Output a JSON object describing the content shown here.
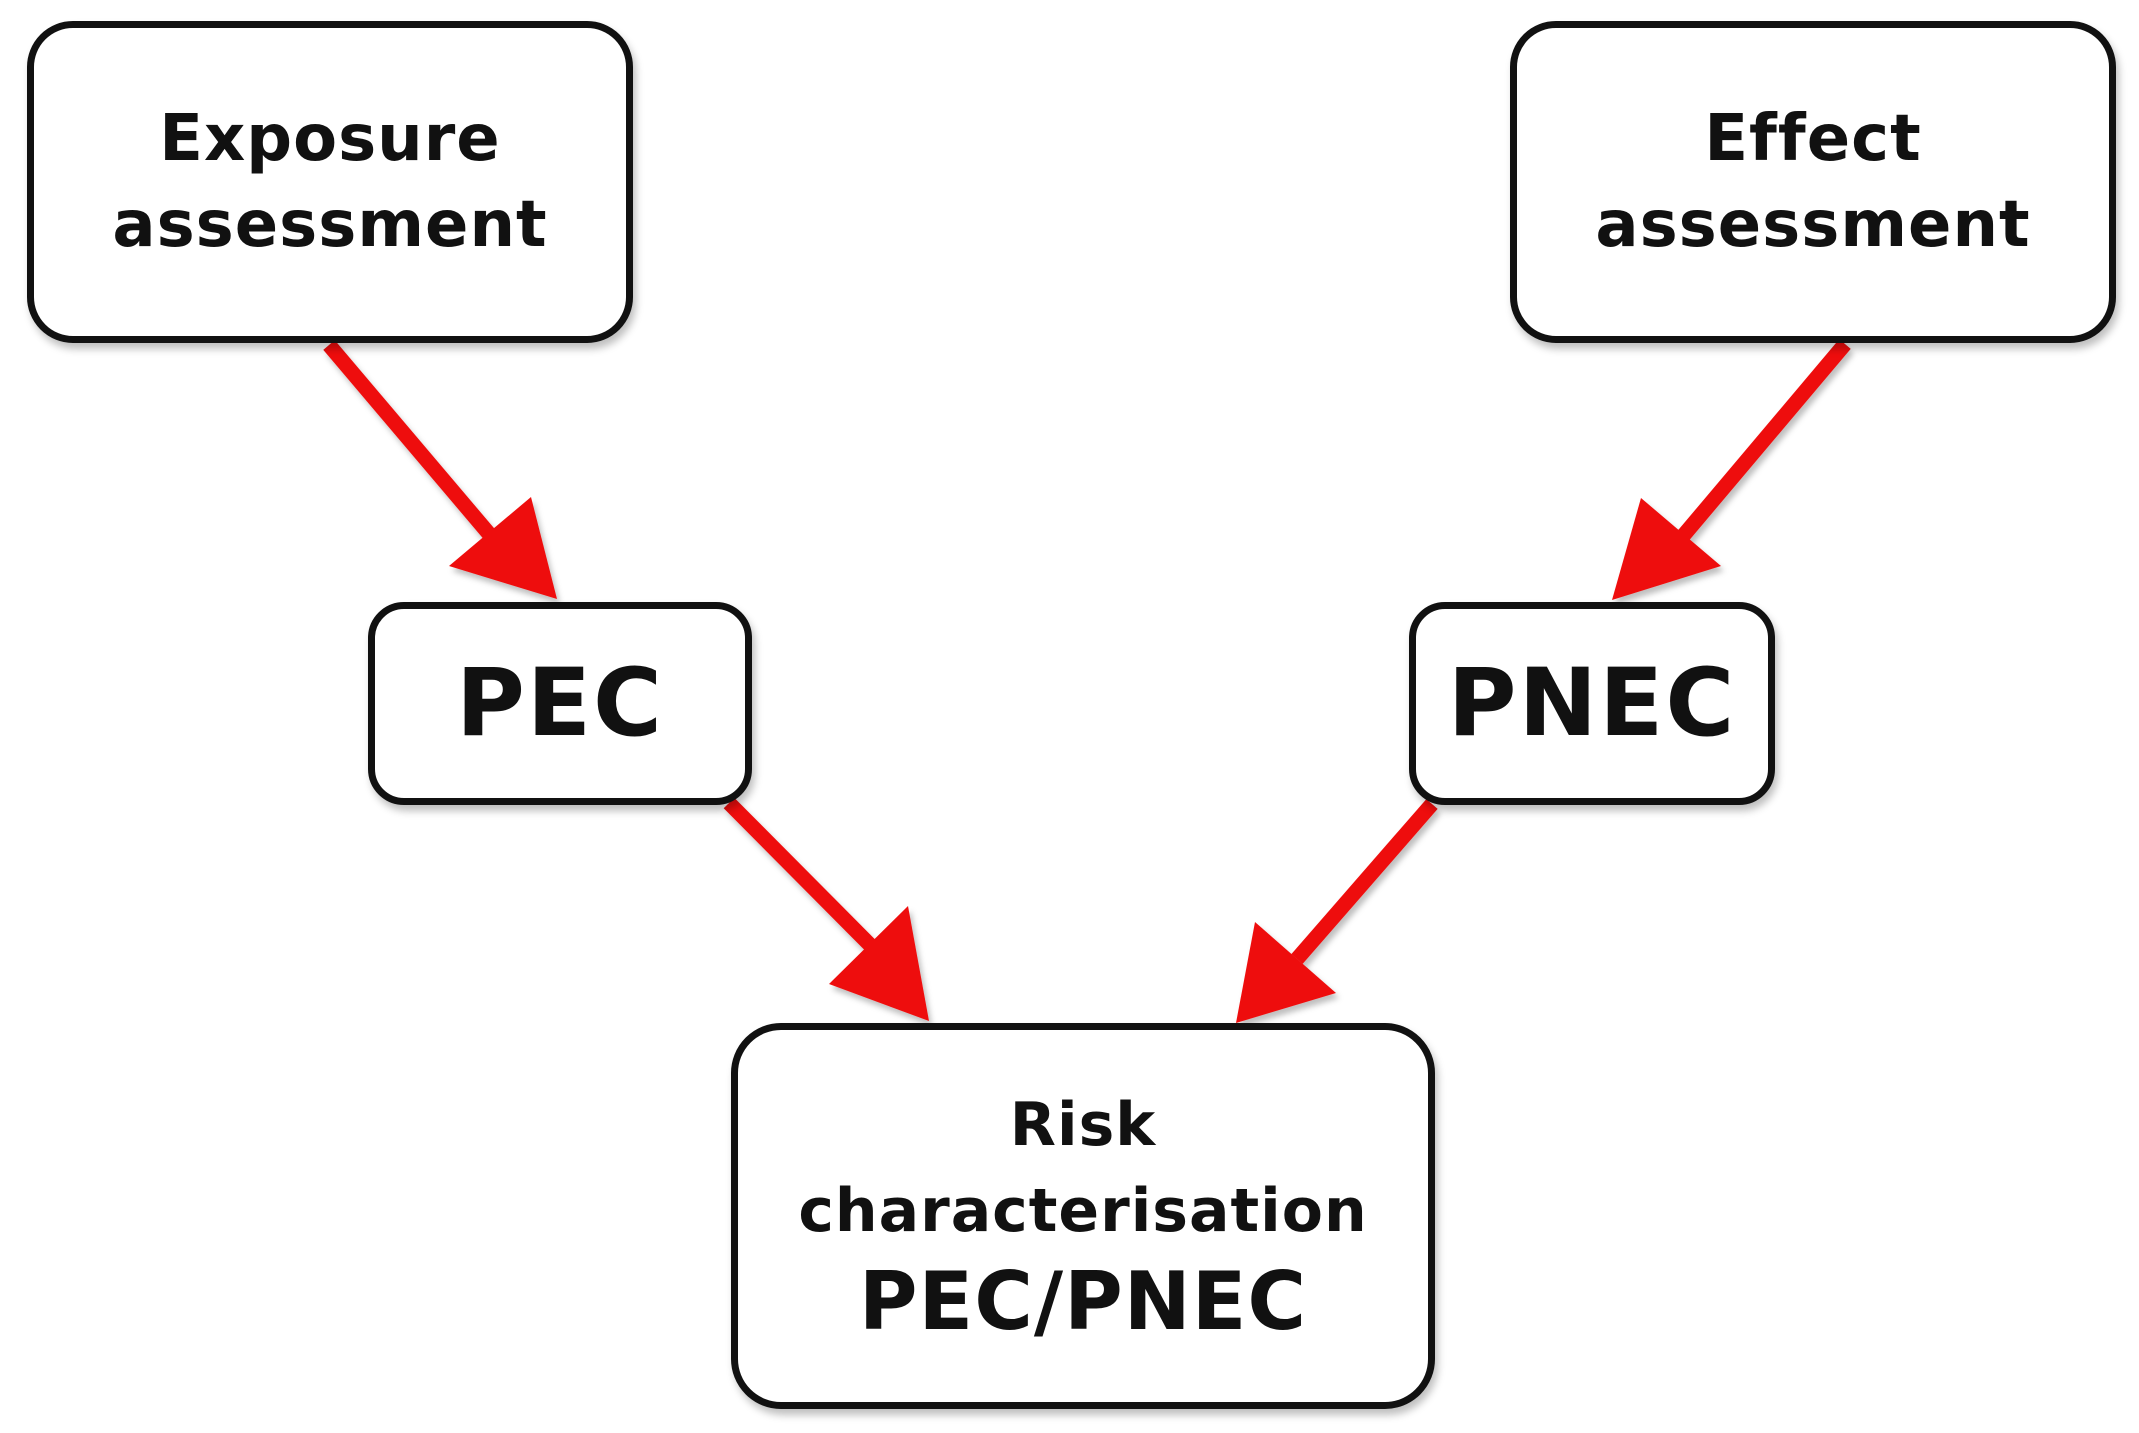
{
  "nodes": {
    "exposure": {
      "line1": "Exposure",
      "line2": "assessment"
    },
    "effect": {
      "line1": "Effect",
      "line2": "assessment"
    },
    "pec": {
      "label": "PEC"
    },
    "pnec": {
      "label": "PNEC"
    },
    "risk": {
      "line1": "Risk",
      "line2": "characterisation",
      "line3": "PEC/PNEC"
    }
  },
  "colors": {
    "arrow": "#ee1111",
    "border": "#111111",
    "text": "#111111",
    "background": "#ffffff"
  }
}
